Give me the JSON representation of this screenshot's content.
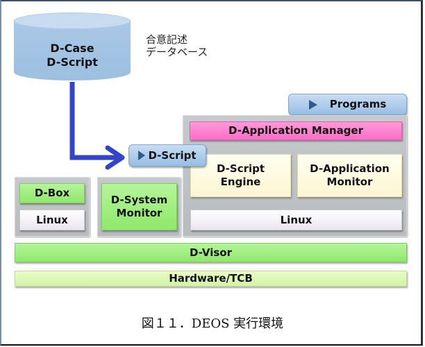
{
  "database": {
    "line1": "D-Case",
    "line2": "D-Script"
  },
  "db_note": {
    "line1": "合意記述",
    "line2": "データベース"
  },
  "programs_button": {
    "label": "Programs",
    "icon": "play-triangle-icon"
  },
  "dscript_button": {
    "label": "D-Script",
    "icon": "play-triangle-icon"
  },
  "app_manager": {
    "label": "D-Application Manager"
  },
  "dscript_engine": {
    "line1": "D-Script",
    "line2": "Engine"
  },
  "app_monitor": {
    "line1": "D-Application",
    "line2": "Monitor"
  },
  "linux_main": {
    "label": "Linux"
  },
  "dbox": {
    "label": "D-Box"
  },
  "linux_dbox": {
    "label": "Linux"
  },
  "system_monitor": {
    "line1": "D-System",
    "line2": "Monitor"
  },
  "dvisor": {
    "label": "D-Visor"
  },
  "hardware": {
    "label": "Hardware/TCB"
  },
  "caption": {
    "text": "図１１．DEOS 実行環境"
  },
  "colors": {
    "arrow": "#3344cc",
    "pink": "#ff6ec9",
    "green": "#8fe86b",
    "blue": "#98bde3"
  }
}
